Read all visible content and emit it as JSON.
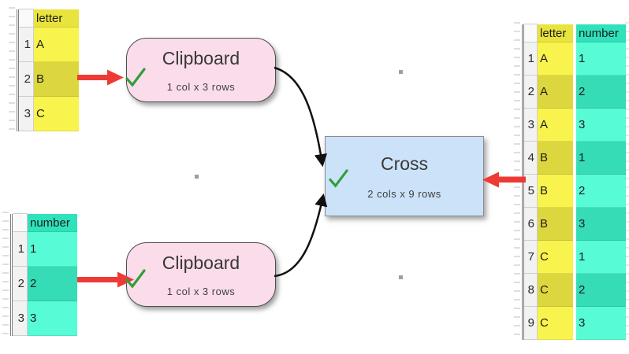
{
  "nodes": {
    "clipboard_top": {
      "title": "Clipboard",
      "subtitle": "1 col x 3 rows",
      "status": "ok"
    },
    "clipboard_bottom": {
      "title": "Clipboard",
      "subtitle": "1 col x 3 rows",
      "status": "ok"
    },
    "cross": {
      "title": "Cross",
      "subtitle": "2 cols x 9 rows",
      "status": "ok"
    }
  },
  "tables": {
    "letter_input": {
      "header": "letter",
      "rows": [
        {
          "n": "1",
          "v": "A"
        },
        {
          "n": "2",
          "v": "B"
        },
        {
          "n": "3",
          "v": "C"
        }
      ]
    },
    "number_input": {
      "header": "number",
      "rows": [
        {
          "n": "1",
          "v": "1"
        },
        {
          "n": "2",
          "v": "2"
        },
        {
          "n": "3",
          "v": "3"
        }
      ]
    },
    "result": {
      "letter_header": "letter",
      "number_header": "number",
      "rows": [
        {
          "n": "1",
          "letter": "A",
          "number": "1"
        },
        {
          "n": "2",
          "letter": "A",
          "number": "2"
        },
        {
          "n": "3",
          "letter": "A",
          "number": "3"
        },
        {
          "n": "4",
          "letter": "B",
          "number": "1"
        },
        {
          "n": "5",
          "letter": "B",
          "number": "2"
        },
        {
          "n": "6",
          "letter": "B",
          "number": "3"
        },
        {
          "n": "7",
          "letter": "C",
          "number": "1"
        },
        {
          "n": "8",
          "letter": "C",
          "number": "2"
        },
        {
          "n": "9",
          "letter": "C",
          "number": "3"
        }
      ]
    }
  },
  "colors": {
    "yellow_header": "#e9e33d",
    "yellow_cell": "#f9f44d",
    "yellow_alt": "#ddd73f",
    "teal_header": "#2fe2bc",
    "teal_cell": "#57fbd5",
    "teal_alt": "#35dcb5",
    "node_pink": "#fbdcea",
    "node_blue": "#cbe2f8",
    "arrow_red": "#ee3a34",
    "check_green": "#2f9e38",
    "connector_black": "#111111"
  }
}
